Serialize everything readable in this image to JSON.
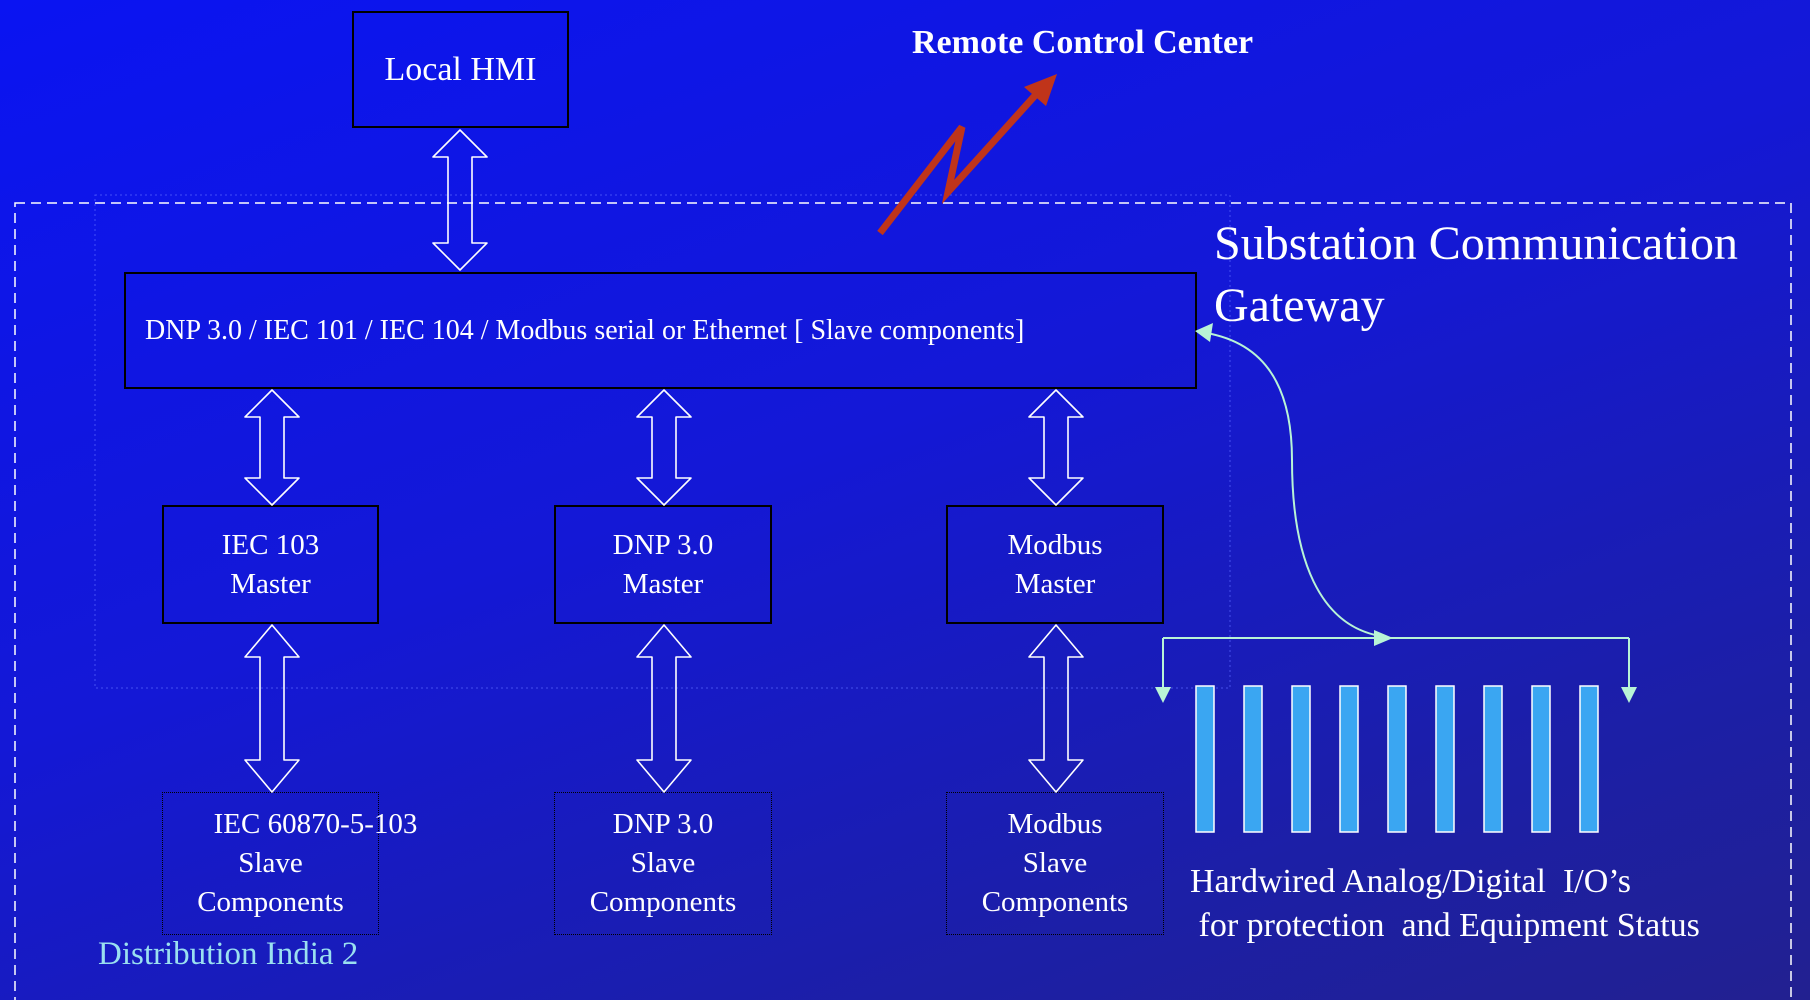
{
  "colors": {
    "background": "#0a14f2",
    "box_border": "#000000",
    "text": "#ffffff",
    "link_arrow": "#c0341a",
    "io_bars": "#3aa6f2",
    "connector": "#b8f4d6",
    "footer_text": "#9ae0f0"
  },
  "nodes": {
    "local_hmi": "Local HMI",
    "remote_control_center": "Remote Control Center",
    "gateway_title_line1": "Substation Communication",
    "gateway_title_line2": "Gateway",
    "slave_bus": "DNP 3.0 / IEC 101 / IEC 104 / Modbus serial or Ethernet [ Slave components]",
    "masters": [
      {
        "line1": "IEC 103",
        "line2": "Master"
      },
      {
        "line1": "DNP 3.0",
        "line2": "Master"
      },
      {
        "line1": "Modbus",
        "line2": "Master"
      }
    ],
    "slaves": [
      {
        "line1": "IEC 60870-5-103",
        "line2": "Slave",
        "line3": "Components"
      },
      {
        "line1": "DNP 3.0",
        "line2": "Slave",
        "line3": "Components"
      },
      {
        "line1": "Modbus",
        "line2": "Slave",
        "line3": "Components"
      }
    ],
    "io_label_line1": "Hardwired Analog/Digital  I/O’s",
    "io_label_line2": " for protection  and Equipment Status",
    "io_bar_count": 9
  },
  "footer": "Distribution India 2"
}
